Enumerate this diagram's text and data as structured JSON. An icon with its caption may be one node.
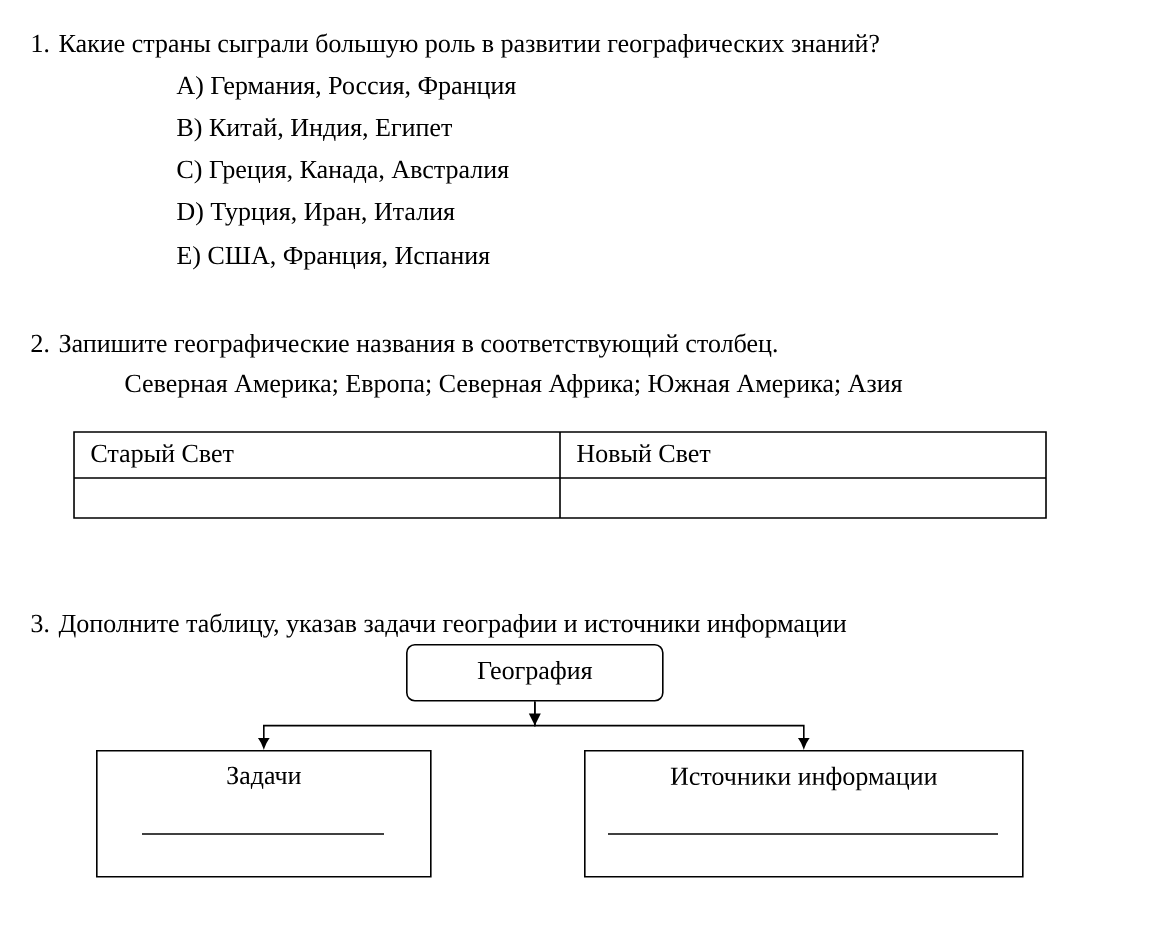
{
  "diagram": {
    "nodes": [
      {
        "text": [
          "География"
        ]
      },
      {
        "text": [
          "Задачи"
        ]
      },
      {
        "text": [
          "Источники информации"
        ]
      }
    ],
    "edges": [
      {
        "from": 0,
        "to": 1,
        "arrow": "to"
      },
      {
        "from": 0,
        "to": 2,
        "arrow": "to"
      }
    ],
    "labels": [
      "1. Какие страны сыграли большую роль в развитии географических знаний?",
      "A) Германия, Россия, Франция",
      "B) Китай, Индия, Египет",
      "C) Греция, Канада, Австралия",
      "D) Турция, Иран,  Италия",
      "E) США, Франция, Испания",
      "2. Запишите географические названия в соответствующий столбец.",
      "Северная Америка; Европа; Северная Африка; Южная Америка; Азия",
      "Старый Свет",
      "Новый Свет",
      "3. Дополните таблицу, указав задачи географии и  источники информации"
    ]
  }
}
